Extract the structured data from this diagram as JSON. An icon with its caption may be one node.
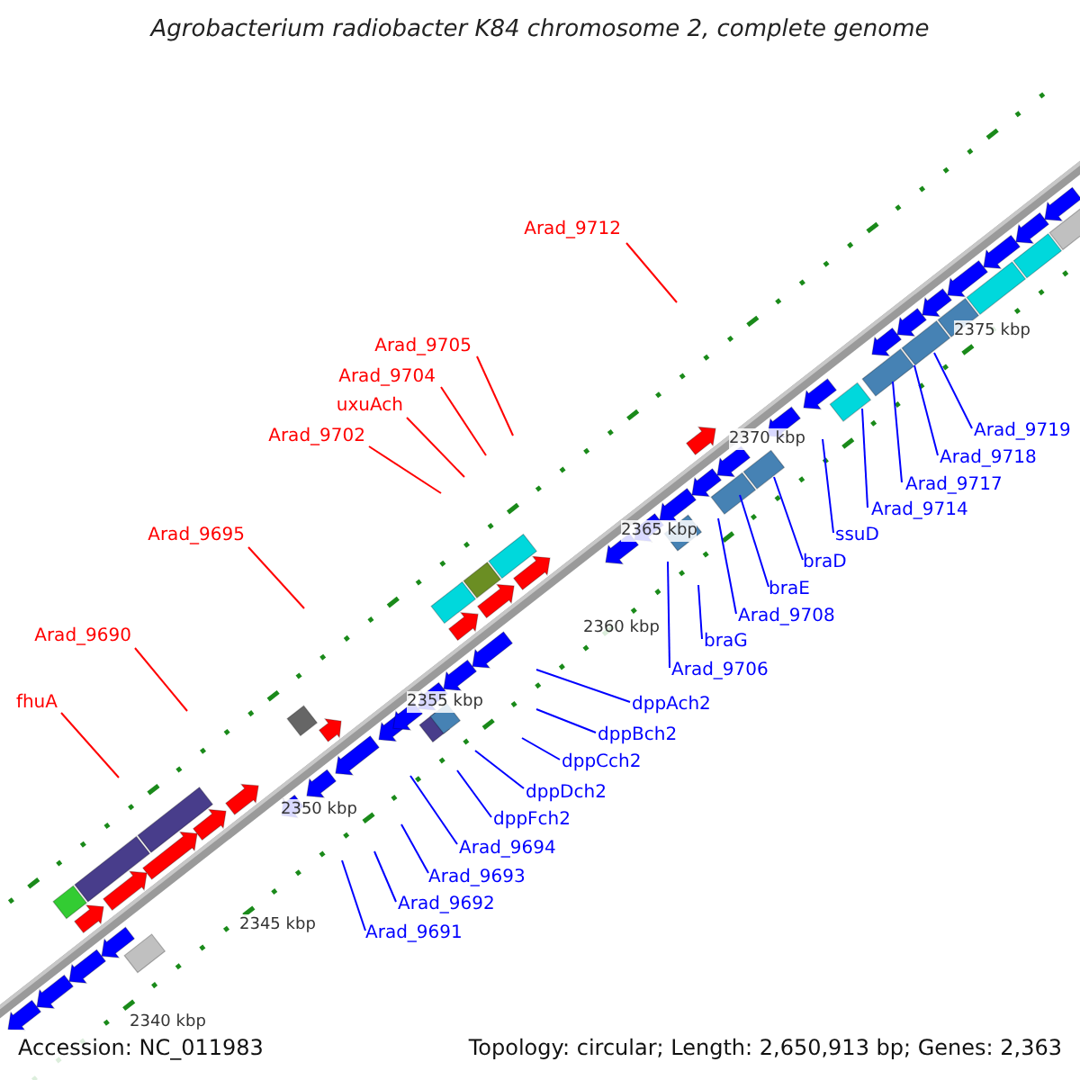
{
  "diagram": {
    "title": "Agrobacterium radiobacter K84 chromosome 2, complete genome",
    "nodes": [
      {
        "text": [
          "Arad_9712"
        ]
      },
      {
        "text": [
          "Arad_9705"
        ]
      },
      {
        "text": [
          "Arad_9704"
        ]
      },
      {
        "text": [
          "uxuAch"
        ]
      },
      {
        "text": [
          "Arad_9702"
        ]
      },
      {
        "text": [
          "Arad_9695"
        ]
      },
      {
        "text": [
          "Arad_9690"
        ]
      },
      {
        "text": [
          "fhuA"
        ]
      },
      {
        "text": [
          "Arad_9719"
        ]
      },
      {
        "text": [
          "Arad_9718"
        ]
      },
      {
        "text": [
          "Arad_9717"
        ]
      },
      {
        "text": [
          "Arad_9714"
        ]
      },
      {
        "text": [
          "ssuD"
        ]
      },
      {
        "text": [
          "braD"
        ]
      },
      {
        "text": [
          "braE"
        ]
      },
      {
        "text": [
          "Arad_9708"
        ]
      },
      {
        "text": [
          "braG"
        ]
      },
      {
        "text": [
          "Arad_9706"
        ]
      },
      {
        "text": [
          "dppAch2"
        ]
      },
      {
        "text": [
          "dppBch2"
        ]
      },
      {
        "text": [
          "dppCch2"
        ]
      },
      {
        "text": [
          "dppDch2"
        ]
      },
      {
        "text": [
          "dppFch2"
        ]
      },
      {
        "text": [
          "Arad_9694"
        ]
      },
      {
        "text": [
          "Arad_9693"
        ]
      },
      {
        "text": [
          "Arad_9692"
        ]
      },
      {
        "text": [
          "Arad_9691"
        ]
      }
    ],
    "edges": [
      {
        "from": 0,
        "to": null,
        "arrow": "none",
        "color": "#ff0000"
      },
      {
        "from": 1,
        "to": null,
        "arrow": "none",
        "color": "#ff0000"
      },
      {
        "from": 2,
        "to": null,
        "arrow": "none",
        "color": "#ff0000"
      },
      {
        "from": 3,
        "to": null,
        "arrow": "none",
        "color": "#ff0000"
      },
      {
        "from": 4,
        "to": null,
        "arrow": "none",
        "color": "#ff0000"
      },
      {
        "from": 5,
        "to": null,
        "arrow": "none",
        "color": "#ff0000"
      },
      {
        "from": 6,
        "to": null,
        "arrow": "none",
        "color": "#ff0000"
      },
      {
        "from": 7,
        "to": null,
        "arrow": "none",
        "color": "#ff0000"
      },
      {
        "from": 8,
        "to": null,
        "arrow": "none"
      },
      {
        "from": 9,
        "to": null,
        "arrow": "none"
      },
      {
        "from": 10,
        "to": null,
        "arrow": "none"
      },
      {
        "from": 11,
        "to": null,
        "arrow": "none"
      },
      {
        "from": 12,
        "to": null,
        "arrow": "none"
      },
      {
        "from": 13,
        "to": null,
        "arrow": "none"
      },
      {
        "from": 14,
        "to": null,
        "arrow": "none"
      },
      {
        "from": 15,
        "to": null,
        "arrow": "none"
      },
      {
        "from": 16,
        "to": null,
        "arrow": "none"
      },
      {
        "from": 17,
        "to": null,
        "arrow": "none"
      },
      {
        "from": 18,
        "to": null,
        "arrow": "none"
      },
      {
        "from": 19,
        "to": null,
        "arrow": "none"
      },
      {
        "from": 20,
        "to": null,
        "arrow": "none"
      },
      {
        "from": 21,
        "to": null,
        "arrow": "none"
      },
      {
        "from": 22,
        "to": null,
        "arrow": "none"
      },
      {
        "from": 23,
        "to": null,
        "arrow": "none"
      },
      {
        "from": 24,
        "to": null,
        "arrow": "none"
      },
      {
        "from": 25,
        "to": null,
        "arrow": "none"
      },
      {
        "from": 26,
        "to": null,
        "arrow": "none"
      }
    ],
    "labels": [
      "2375 kbp",
      "2370 kbp",
      "2365 kbp",
      "2360 kbp",
      "2355 kbp",
      "2350 kbp",
      "2345 kbp",
      "2340 kbp",
      "Accession: NC_011983",
      "Topology: circular; Length: 2,650,913 bp; Genes: 2,363"
    ]
  }
}
